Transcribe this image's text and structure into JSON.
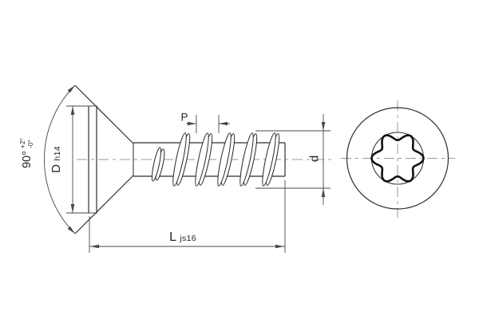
{
  "labels": {
    "head_angle": {
      "main": "90°",
      "tol_plus": "+2°",
      "tol_minus": "-0°"
    },
    "head_diameter": {
      "symbol": "D",
      "tolerance": "h14"
    },
    "pitch": {
      "symbol": "P"
    },
    "thread_diameter": {
      "symbol": "d"
    },
    "length": {
      "symbol": "L",
      "tolerance": "js16"
    }
  },
  "colors": {
    "line": "#2f2f2f",
    "dimension": "#474747",
    "centerline": "#9a9a9a",
    "torx_outline": "#111111",
    "background": "#ffffff"
  }
}
